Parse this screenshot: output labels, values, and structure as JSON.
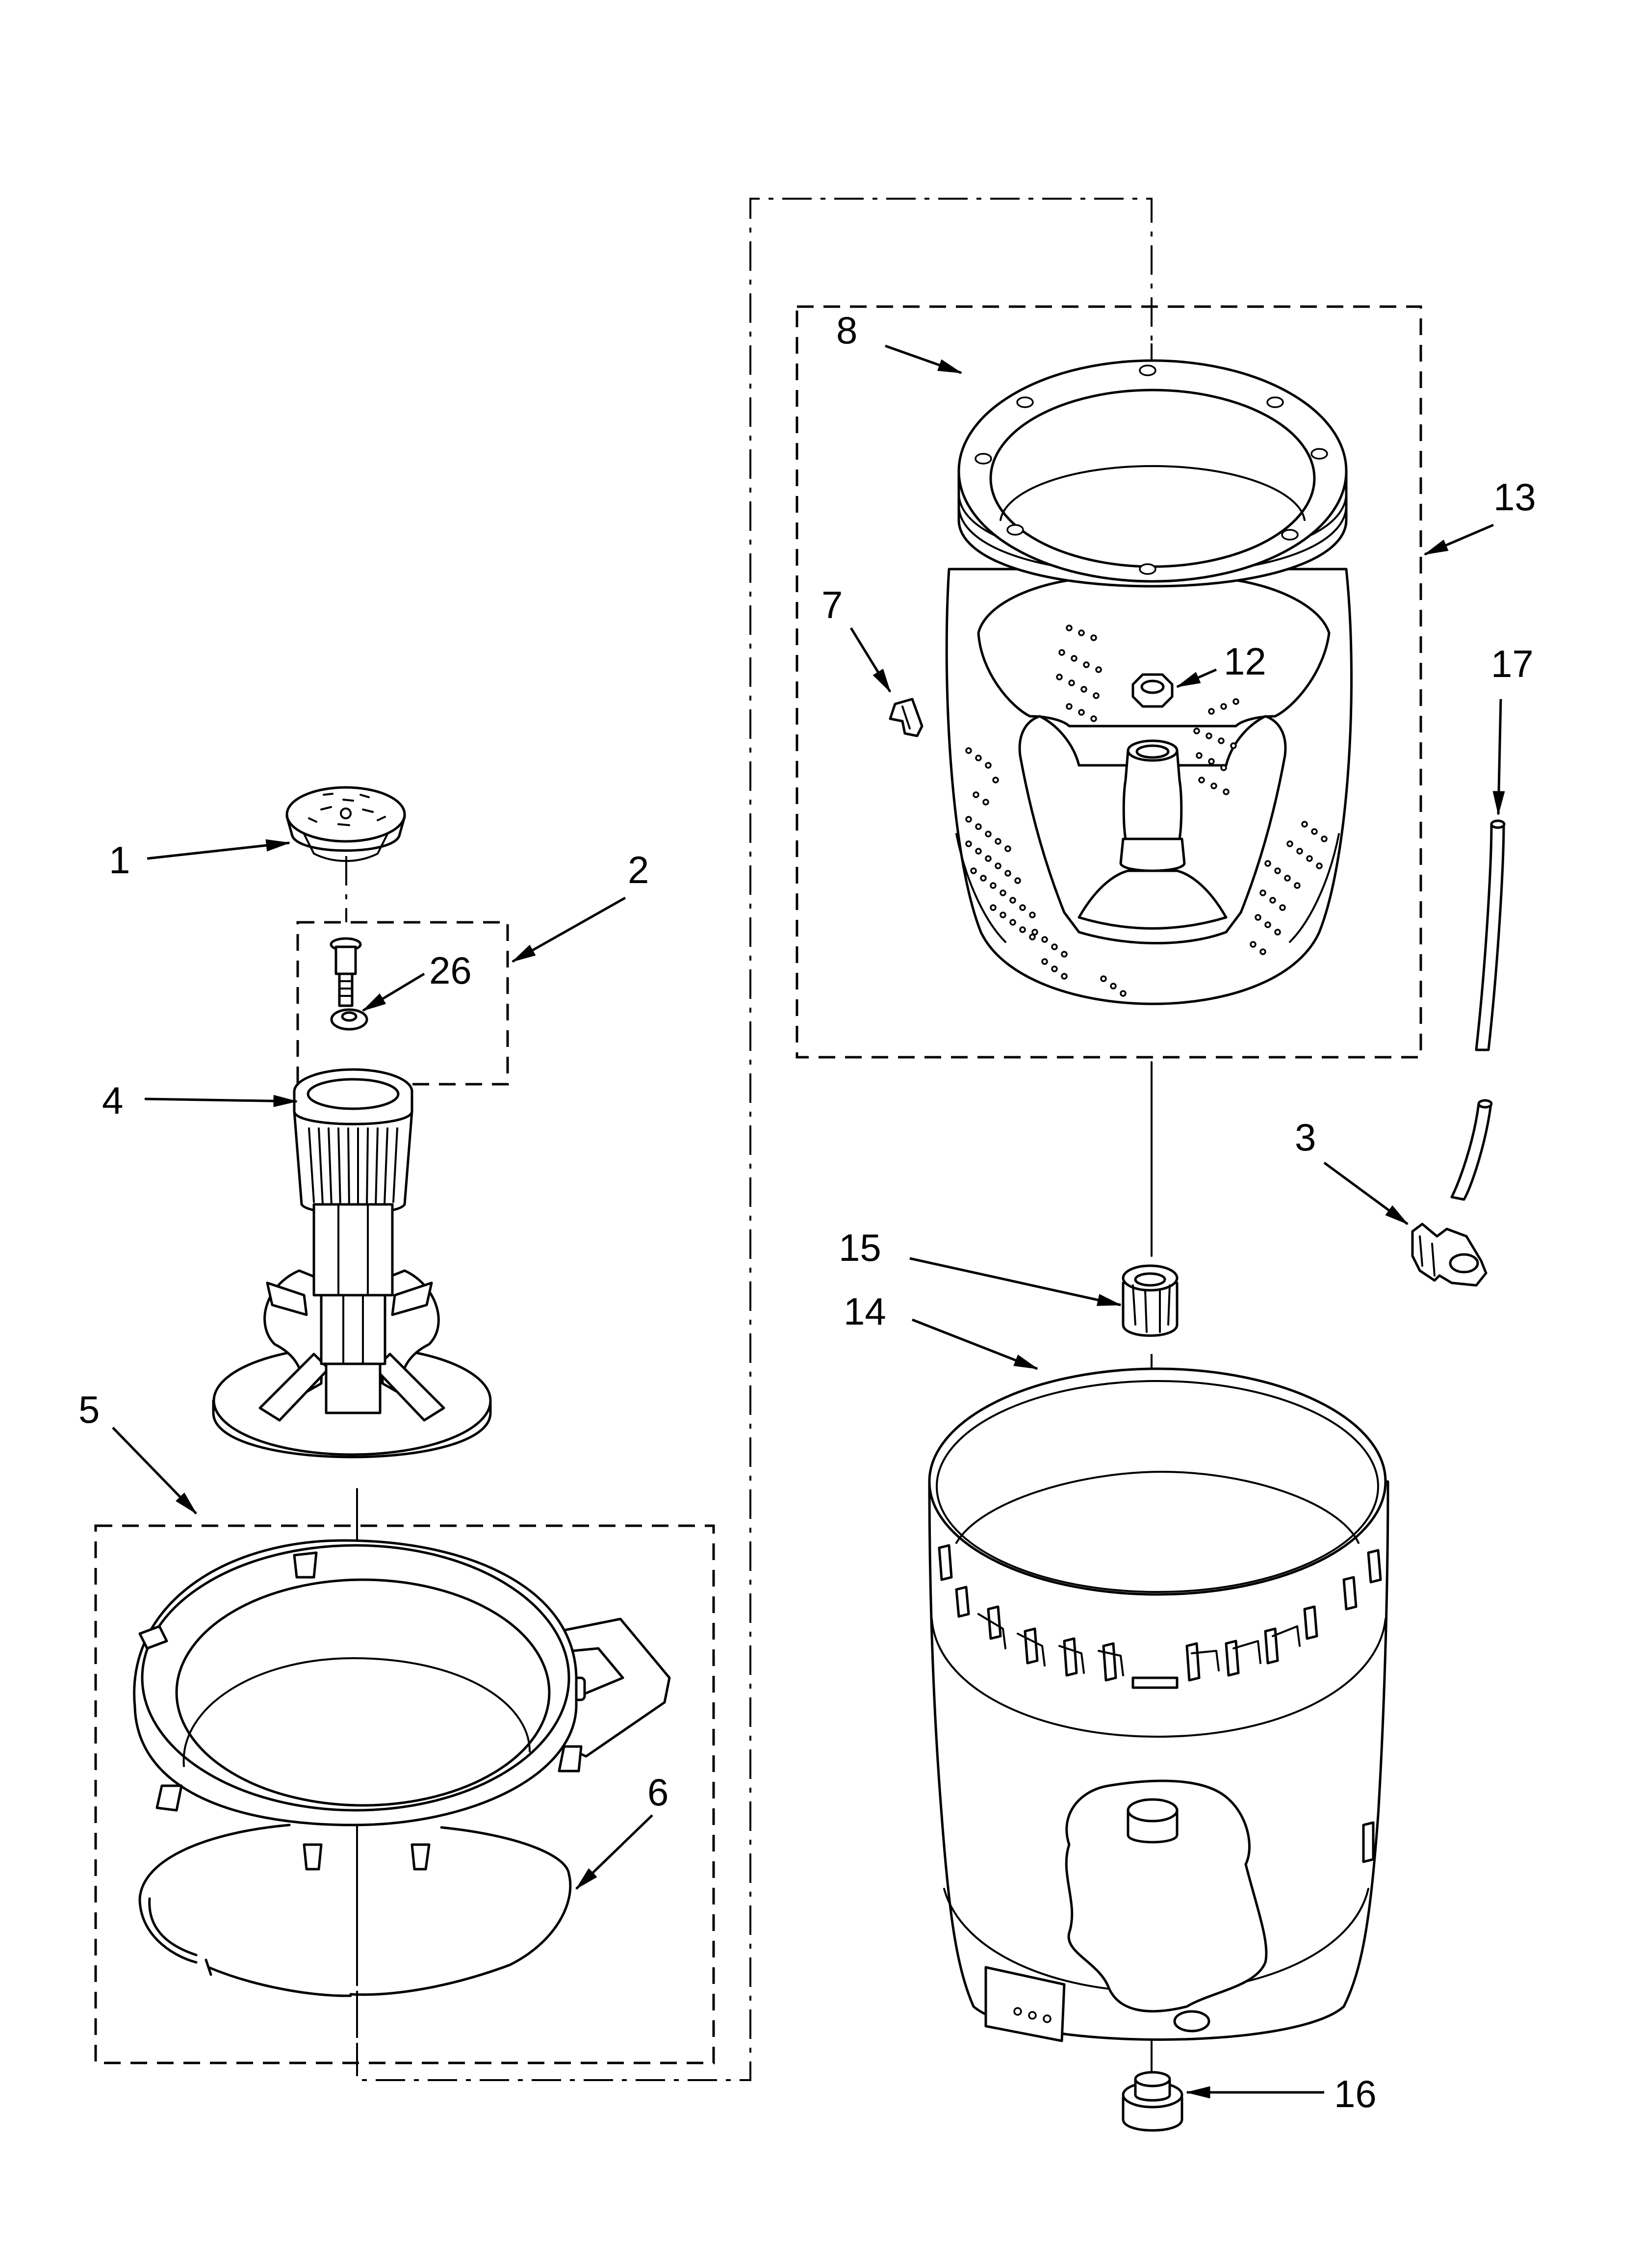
{
  "callouts": {
    "p1": "1",
    "p2": "2",
    "p3": "3",
    "p4": "4",
    "p5": "5",
    "p6": "6",
    "p7": "7",
    "p8": "8",
    "p12": "12",
    "p13": "13",
    "p14": "14",
    "p15": "15",
    "p16": "16",
    "p17": "17",
    "p26": "26"
  },
  "colors": {
    "ink": "#000000",
    "paper": "#ffffff"
  }
}
